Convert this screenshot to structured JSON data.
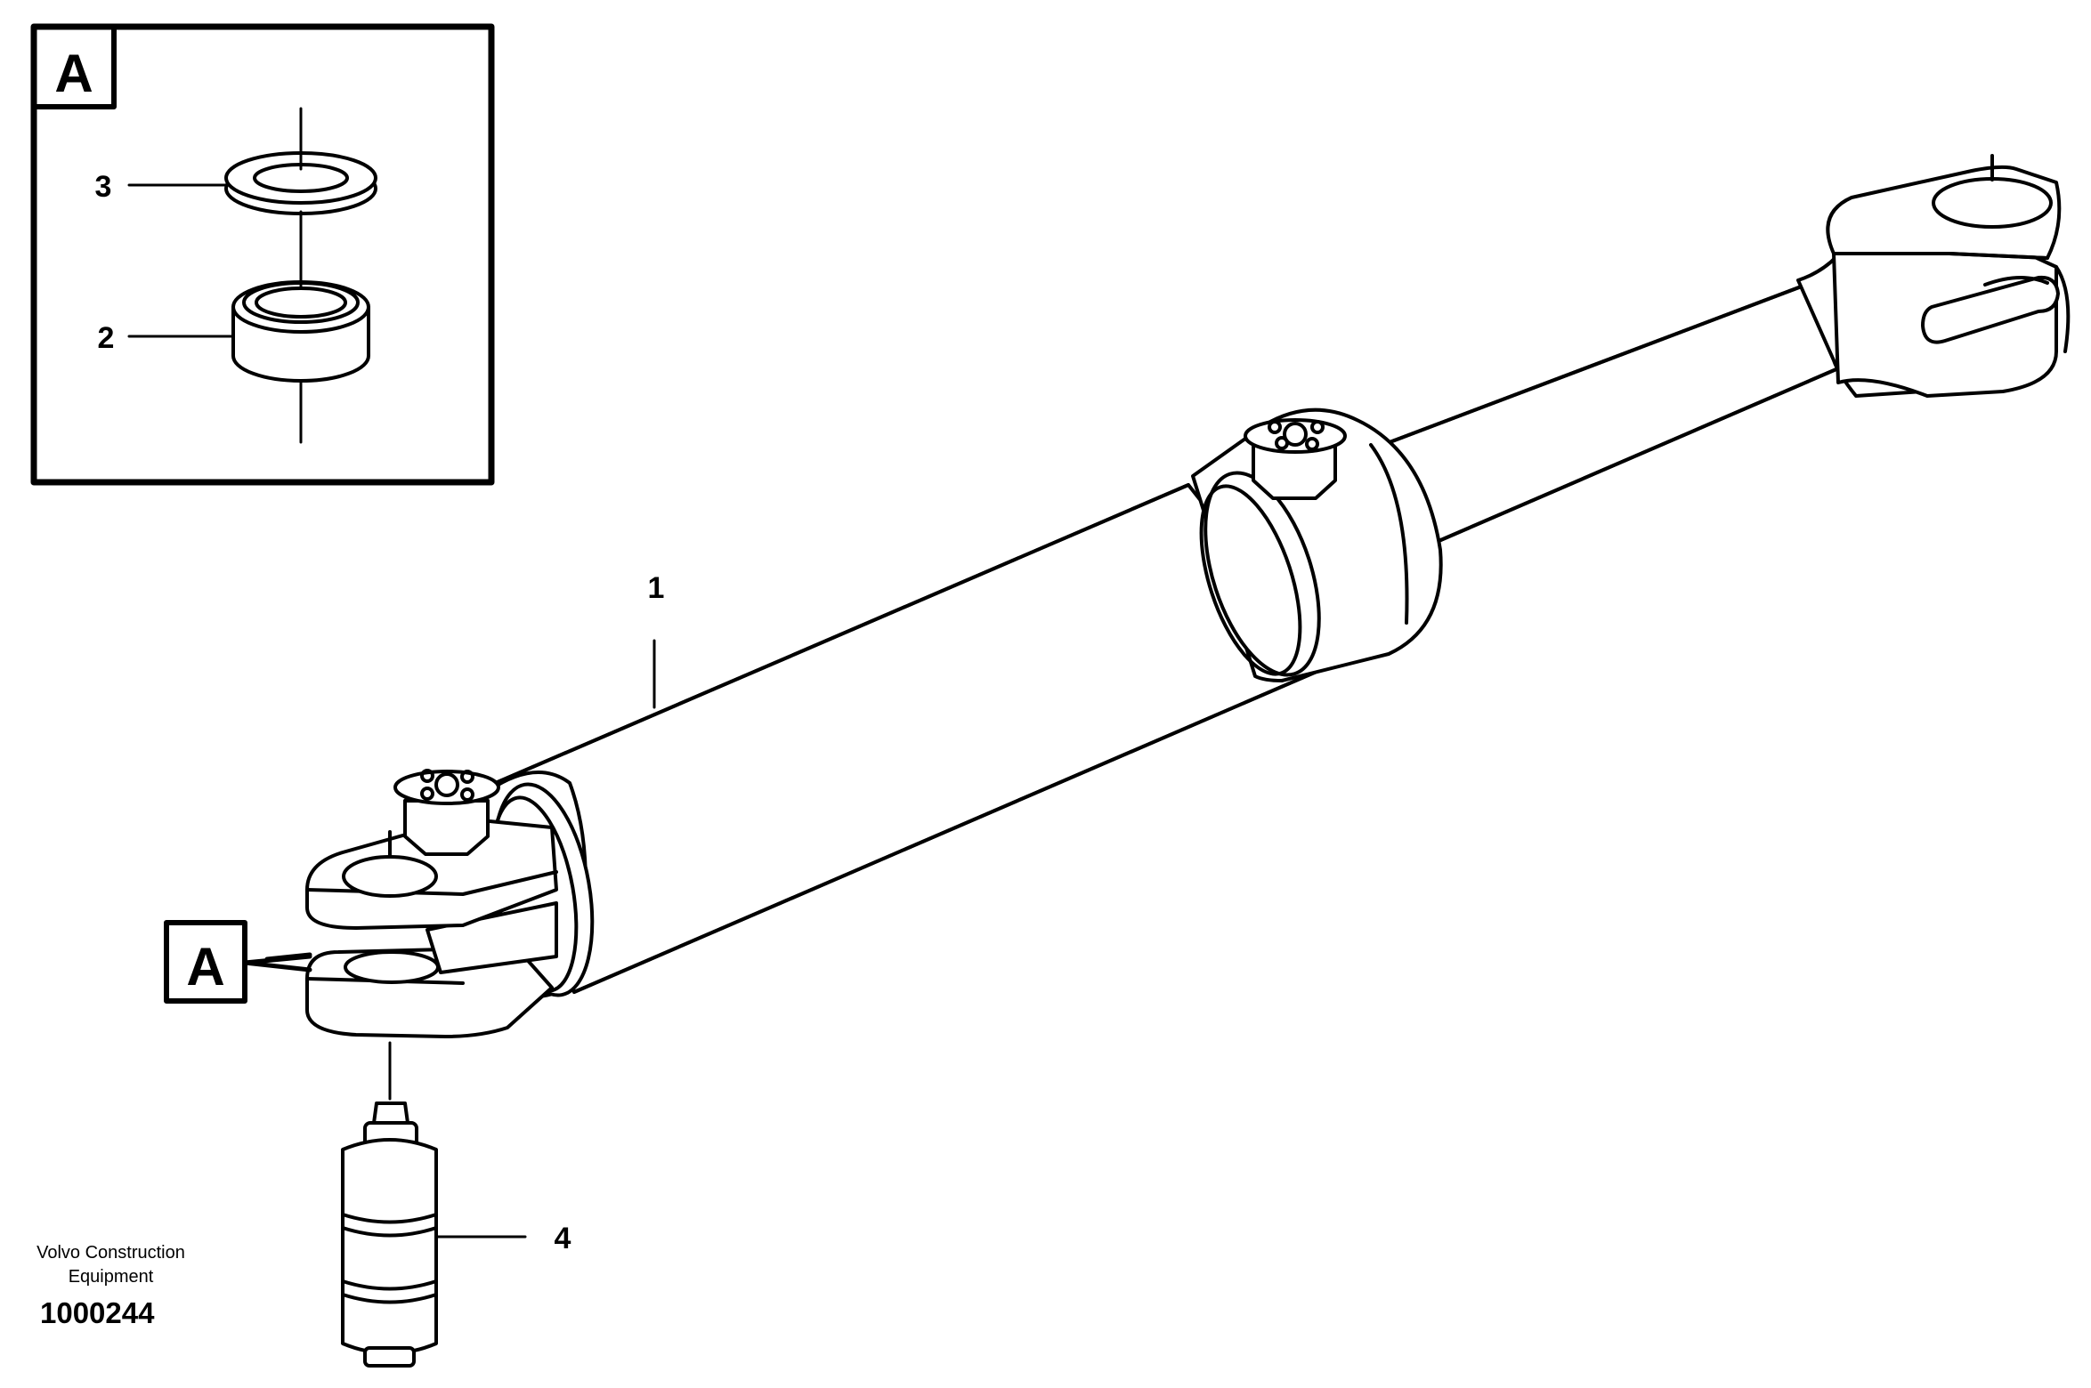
{
  "detail_view": {
    "letter": "A"
  },
  "callouts": {
    "main_reference": "A"
  },
  "parts": [
    {
      "number": "1",
      "name": "cylinder"
    },
    {
      "number": "2",
      "name": "bearing"
    },
    {
      "number": "3",
      "name": "washer-ring"
    },
    {
      "number": "4",
      "name": "pin"
    }
  ],
  "footer": {
    "manufacturer_line1": "Volvo Construction",
    "manufacturer_line2": "Equipment",
    "drawing_number": "1000244"
  }
}
